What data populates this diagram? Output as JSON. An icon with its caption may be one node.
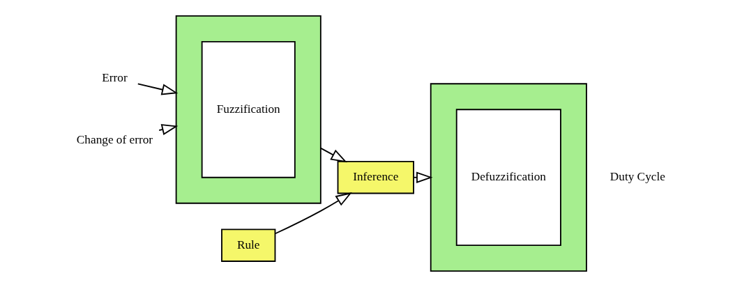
{
  "diagram": {
    "nodes": [
      {
        "text": [
          "Error"
        ]
      },
      {
        "text": [
          "Change of error"
        ]
      },
      {
        "text": [],
        "shape": "box"
      },
      {
        "text": [
          "Fuzzification"
        ],
        "in": 2
      },
      {
        "text": [
          "Rule"
        ]
      },
      {
        "text": [
          "Inference"
        ]
      },
      {
        "text": [],
        "shape": "box"
      },
      {
        "text": [
          "Defuzzification"
        ],
        "in": 6
      }
    ],
    "edges": [
      {
        "from": 0,
        "to": 2,
        "arrow": "to"
      },
      {
        "from": 1,
        "to": 2,
        "arrow": "to"
      },
      {
        "from": 2,
        "to": 5,
        "arrow": "to"
      },
      {
        "from": 4,
        "to": 5,
        "arrow": "to"
      },
      {
        "from": 5,
        "to": 6,
        "arrow": "to"
      }
    ],
    "labels": [
      "Duty Cycle"
    ]
  }
}
